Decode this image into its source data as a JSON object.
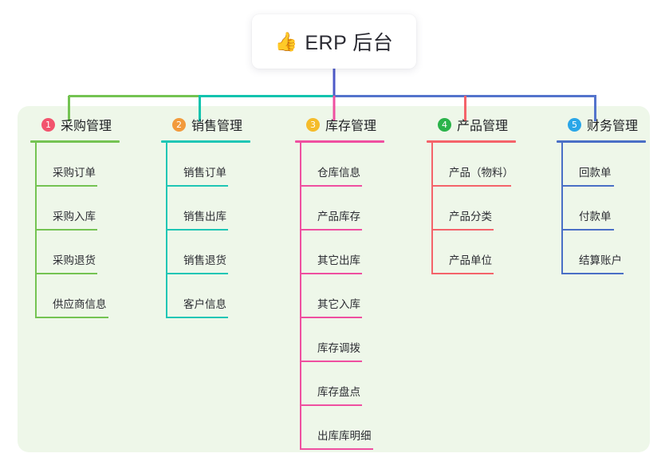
{
  "diagram": {
    "type": "mind-map",
    "title": "ERP 后台",
    "root": {
      "icon": "thumbs-up-icon",
      "icon_glyph": "👍",
      "label": "ERP 后台"
    },
    "panel_color": "#eef7e9",
    "background_color": "#ffffff",
    "trunk_color": "#4e5ac8",
    "columns": [
      {
        "number": "1",
        "title": "采购管理",
        "badge_color": "#f2536d",
        "rule_color": "#74c352",
        "connector_color": "#74c352",
        "rule_width": 112,
        "items": [
          {
            "label": "采购订单",
            "rule_width": 78
          },
          {
            "label": "采购入库",
            "rule_width": 78
          },
          {
            "label": "采购退货",
            "rule_width": 78
          },
          {
            "label": "供应商信息",
            "rule_width": 92
          }
        ]
      },
      {
        "number": "2",
        "title": "销售管理",
        "badge_color": "#f29a3c",
        "rule_color": "#1fc6b5",
        "connector_color": "#0fc3ae",
        "rule_width": 112,
        "items": [
          {
            "label": "销售订单",
            "rule_width": 78
          },
          {
            "label": "销售出库",
            "rule_width": 78
          },
          {
            "label": "销售退货",
            "rule_width": 78
          },
          {
            "label": "客户信息",
            "rule_width": 78
          }
        ]
      },
      {
        "number": "3",
        "title": "库存管理",
        "badge_color": "#f5bc2b",
        "rule_color": "#ef4fa0",
        "connector_color": "#ef4fa0",
        "rule_width": 112,
        "items": [
          {
            "label": "仓库信息",
            "rule_width": 78
          },
          {
            "label": "产品库存",
            "rule_width": 78
          },
          {
            "label": "其它出库",
            "rule_width": 78
          },
          {
            "label": "其它入库",
            "rule_width": 78
          },
          {
            "label": "库存调拨",
            "rule_width": 78
          },
          {
            "label": "库存盘点",
            "rule_width": 78
          },
          {
            "label": "出库库明细",
            "rule_width": 92
          }
        ]
      },
      {
        "number": "4",
        "title": "产品管理",
        "badge_color": "#2bb34a",
        "rule_color": "#f4636a",
        "connector_color": "#f4636a",
        "rule_width": 112,
        "items": [
          {
            "label": "产品（物料）",
            "rule_width": 100
          },
          {
            "label": "产品分类",
            "rule_width": 78
          },
          {
            "label": "产品单位",
            "rule_width": 78
          }
        ]
      },
      {
        "number": "5",
        "title": "财务管理",
        "badge_color": "#2aa6e8",
        "rule_color": "#4a6fc6",
        "connector_color": "#5474cc",
        "rule_width": 112,
        "items": [
          {
            "label": "回款单",
            "rule_width": 66
          },
          {
            "label": "付款单",
            "rule_width": 66
          },
          {
            "label": "结算账户",
            "rule_width": 78
          }
        ]
      }
    ]
  }
}
